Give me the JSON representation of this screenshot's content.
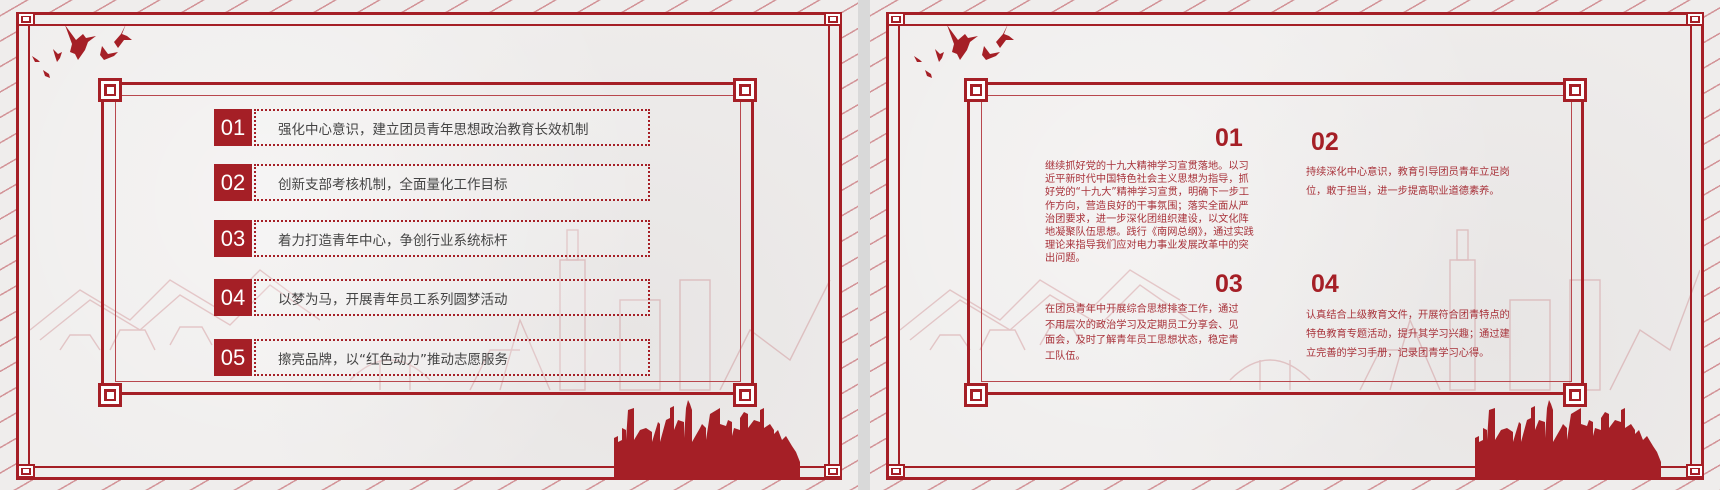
{
  "colors": {
    "accent": "#a51f26",
    "paper": "#efedec",
    "body_text": "#444444",
    "slide2_text": "#a8323a"
  },
  "slide_1": {
    "items": [
      {
        "number": "01",
        "text": "强化中心意识，建立团员青年思想政治教育长效机制"
      },
      {
        "number": "02",
        "text": "创新支部考核机制，全面量化工作目标"
      },
      {
        "number": "03",
        "text": "着力打造青年中心，争创行业系统标杆"
      },
      {
        "number": "04",
        "text": "以梦为马，开展青年员工系列圆梦活动"
      },
      {
        "number": "05",
        "text": "擦亮品牌，以“红色动力”推动志愿服务"
      }
    ],
    "decorations": [
      "doves-icon",
      "city-skyline-icon",
      "corner-square-icon"
    ]
  },
  "slide_2": {
    "blocks": [
      {
        "number": "01",
        "text": "继续抓好党的十九大精神学习宣贯落地。以习近平新时代中国特色社会主义思想为指导，抓好党的“十九大”精神学习宣贯，明确下一步工作方向，营造良好的干事氛围；落实全面从严治团要求，进一步深化团组织建设，以文化阵地凝聚队伍思想。践行《南网总纲》，通过实践理论来指导我们应对电力事业发展改革中的突出问题。"
      },
      {
        "number": "02",
        "text": "持续深化中心意识，教育引导团员青年立足岗位，敢于担当，进一步提高职业道德素养。"
      },
      {
        "number": "03",
        "text": "在团员青年中开展综合思想排查工作，通过不用层次的政治学习及定期员工分享会、见面会，及时了解青年员工思想状态，稳定青工队伍。"
      },
      {
        "number": "04",
        "text": "认真结合上级教育文件，开展符合团青特点的特色教育专题活动，提升其学习兴趣；通过建立完善的学习手册，记录团青学习心得。"
      }
    ],
    "decorations": [
      "doves-icon",
      "city-skyline-icon",
      "corner-square-icon"
    ]
  }
}
